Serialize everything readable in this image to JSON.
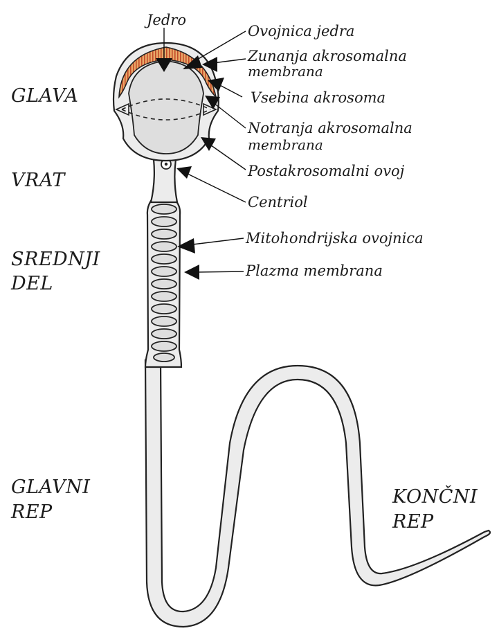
{
  "diagram": {
    "regions": {
      "head": "GLAVA",
      "neck": "VRAT",
      "midpiece_line1": "SREDNJI",
      "midpiece_line2": "DEL",
      "main_tail_line1": "GLAVNI",
      "main_tail_line2": "REP",
      "end_tail_line1": "KONČNI",
      "end_tail_line2": "REP"
    },
    "parts": {
      "nucleus": "Jedro",
      "nuclear_envelope": "Ovojnica jedra",
      "outer_acrosomal_membrane_line1": "Zunanja akrosomalna",
      "outer_acrosomal_membrane_line2": "membrana",
      "acrosome_content": "Vsebina akrosoma",
      "inner_acrosomal_membrane_line1": "Notranja akrosomalna",
      "inner_acrosomal_membrane_line2": "membrana",
      "postacrosomal_sheath": "Postakrosomalni ovoj",
      "centriole": "Centriol",
      "mitochondrial_sheath": "Mitohondrijska ovojnica",
      "plasma_membrane": "Plazma membrana"
    },
    "colors": {
      "acrosome_fill": "#e39a5c",
      "acrosome_stripes": "#c24a2a",
      "cell_fill": "#ececec",
      "outline": "#222222"
    }
  }
}
